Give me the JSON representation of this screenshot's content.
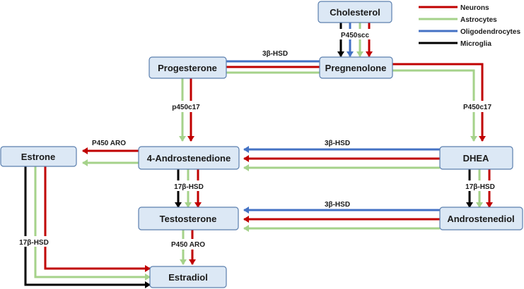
{
  "colors": {
    "neurons": "#c00000",
    "astrocytes": "#a5d28a",
    "oligodendrocytes": "#4472c4",
    "microglia": "#000000",
    "node_fill": "#dce8f5",
    "node_border": "#5b7fae"
  },
  "legend": {
    "neurons": "Neurons",
    "astrocytes": "Astrocytes",
    "oligodendrocytes": "Oligodendrocytes",
    "microglia": "Microglia"
  },
  "nodes": {
    "cholesterol": "Cholesterol",
    "progesterone": "Progesterone",
    "pregnenolone": "Pregnenolone",
    "estrone": "Estrone",
    "androstenedione": "4-Androstenedione",
    "dhea": "DHEA",
    "testosterone": "Testosterone",
    "androstenediol": "Androstenediol",
    "estradiol": "Estradiol"
  },
  "enzymes": {
    "p450scc": "P450scc",
    "hsd3b_top": "3β-HSD",
    "p450c17_left": "p450c17",
    "p450c17_right": "P450c17",
    "p450aro_top": "P450 ARO",
    "hsd3b_mid": "3β-HSD",
    "hsd17b_left": "17β-HSD",
    "hsd17b_right": "17β-HSD",
    "hsd3b_bottom": "3β-HSD",
    "p450aro_bottom": "P450 ARO",
    "hsd17b_estrone": "17β-HSD"
  }
}
